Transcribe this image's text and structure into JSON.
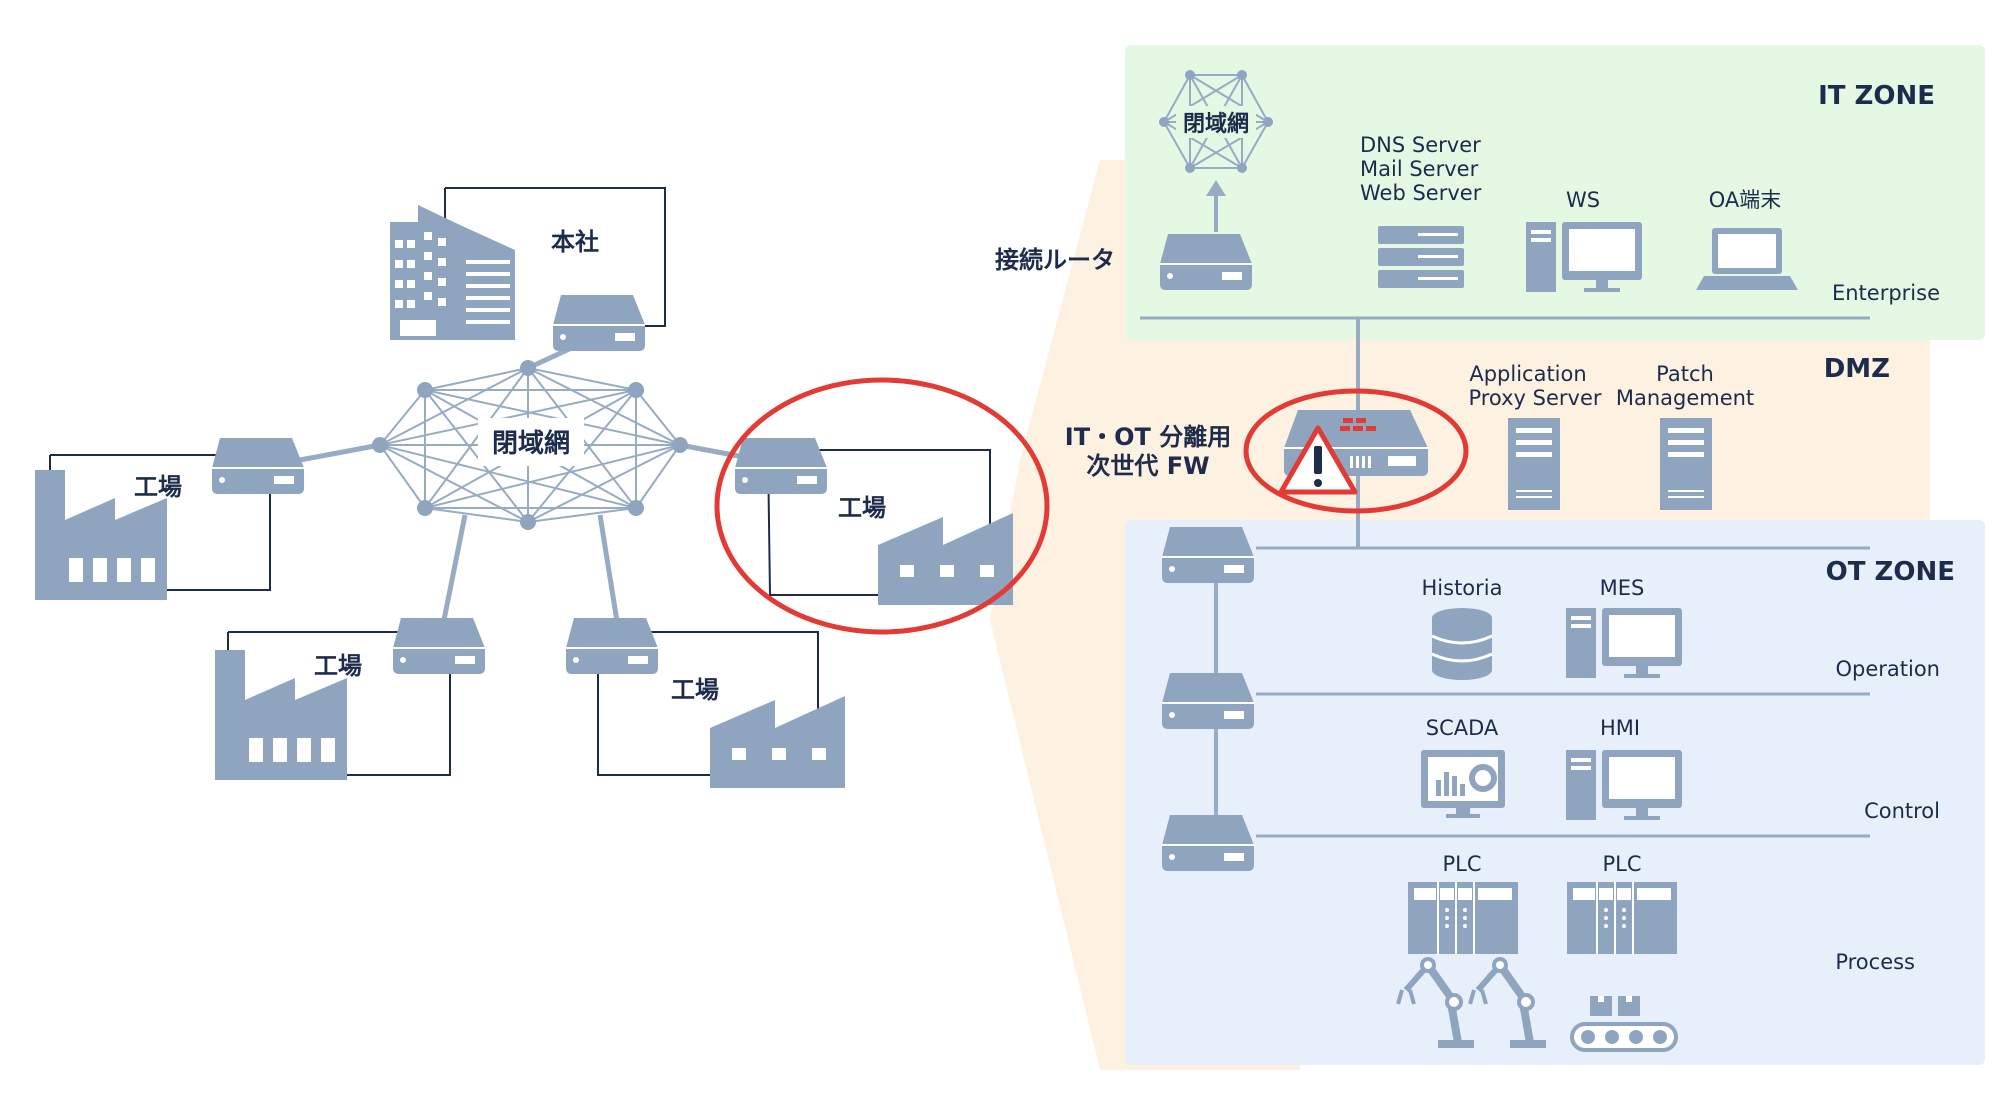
{
  "left_network": {
    "hub_label": "閉域網",
    "hq_label": "本社",
    "factory_label_1": "工場",
    "factory_label_2": "工場",
    "factory_label_3": "工場",
    "factory_label_4": "工場"
  },
  "zones": {
    "it": {
      "title": "IT ZONE",
      "closed_network_label": "閉域網",
      "router_label": "接続ルータ",
      "server_lines": [
        "DNS Server",
        "Mail Server",
        "Web Server"
      ],
      "ws_label": "WS",
      "oa_label": "OA端末",
      "tier_label": "Enterprise"
    },
    "dmz": {
      "title": "DMZ",
      "fw_label_lines": [
        "IT・OT 分離用",
        "次世代 FW"
      ],
      "proxy_lines": [
        "Application",
        "Proxy Server"
      ],
      "patch_lines": [
        "Patch",
        "Management"
      ]
    },
    "ot": {
      "title": "OT ZONE",
      "historian_label": "Historia",
      "mes_label": "MES",
      "operation_label": "Operation",
      "scada_label": "SCADA",
      "hmi_label": "HMI",
      "control_label": "Control",
      "plc1_label": "PLC",
      "plc2_label": "PLC",
      "process_label": "Process"
    }
  },
  "colors": {
    "device": "#8ea4bf",
    "line": "#97abc4",
    "text": "#1d2b4c",
    "it_bg": "#e4f8e3",
    "dmz_bg": "#fdf1e1",
    "ot_bg": "#e7effb",
    "highlight": "#e23b35"
  }
}
